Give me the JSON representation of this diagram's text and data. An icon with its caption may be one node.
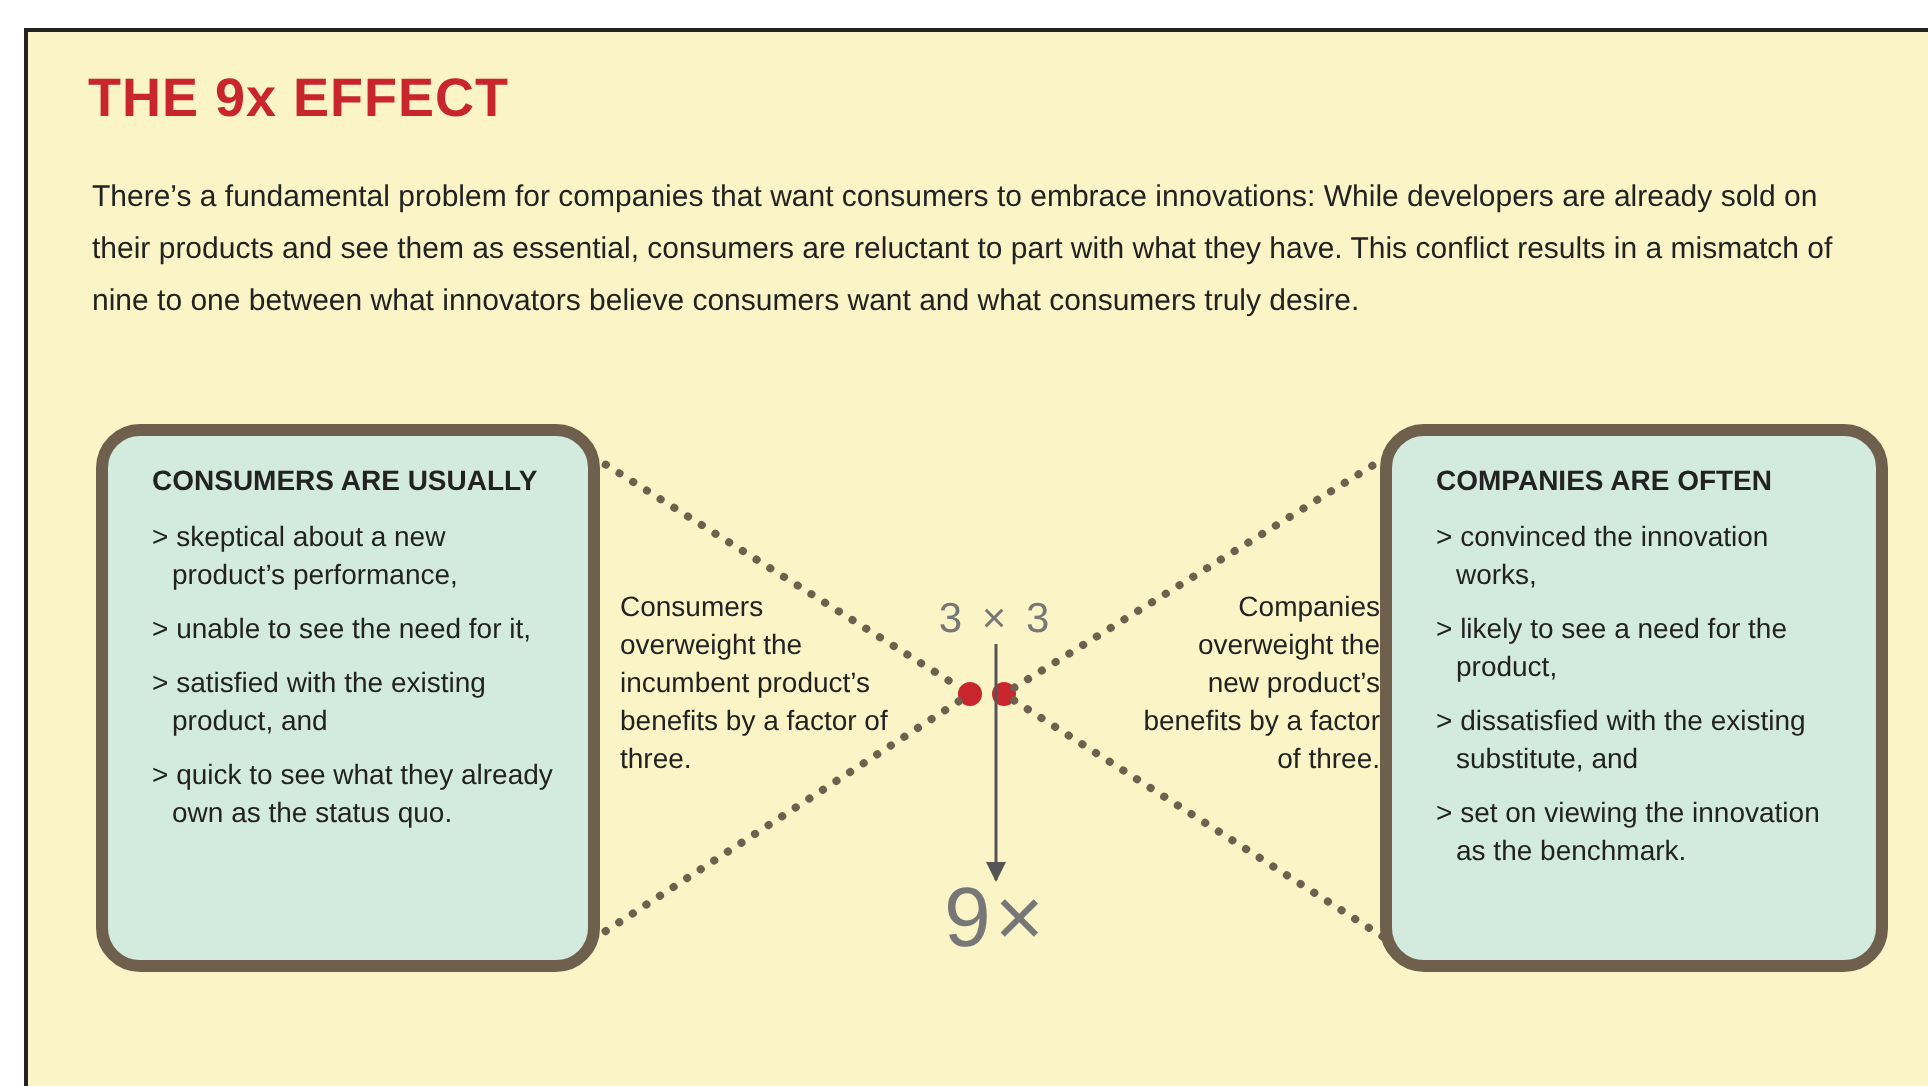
{
  "diagram": {
    "title": "THE 9x EFFECT",
    "nodes": [
      {
        "text": [
          "CONSUMERS ARE USUALLY",
          "> skeptical about a new product’s performance,",
          "> unable to see the need for it,",
          "> satisfied with the existing product, and",
          "> quick to see what they already own as the status quo."
        ]
      },
      {
        "text": [
          "COMPANIES ARE OFTEN",
          "> convinced the innovation works,",
          "> likely to see a need for the product,",
          "> dissatisfied with the existing substitute, and",
          "> set on viewing the innovation as the benchmark."
        ]
      },
      {
        "text": [],
        "shape": "circle"
      },
      {
        "text": [],
        "shape": "circle"
      },
      {
        "text": [
          "3 × 3"
        ]
      },
      {
        "text": [
          "9×"
        ]
      }
    ],
    "edges": [
      {
        "from": 0,
        "to": 2,
        "arrow": "none",
        "style": "dashed"
      },
      {
        "from": 0,
        "to": 2,
        "arrow": "none",
        "style": "dashed"
      },
      {
        "from": 3,
        "to": 1,
        "arrow": "none",
        "style": "dashed"
      },
      {
        "from": 3,
        "to": 1,
        "arrow": "none",
        "style": "dashed"
      },
      {
        "from": 4,
        "to": 5,
        "arrow": "to"
      }
    ],
    "labels": [
      "There’s a fundamental problem for companies that want consumers to embrace innovations: While developers are already sold on their products and see them as essential, consumers are reluctant to part with what they have. This conflict results in a mismatch of nine to one between what innovators believe consumers want and what consumers truly desire.",
      "Consumers overweight the incumbent product’s benefits by a factor of three.",
      "Companies overweight the new product’s benefits by a factor of three."
    ]
  }
}
